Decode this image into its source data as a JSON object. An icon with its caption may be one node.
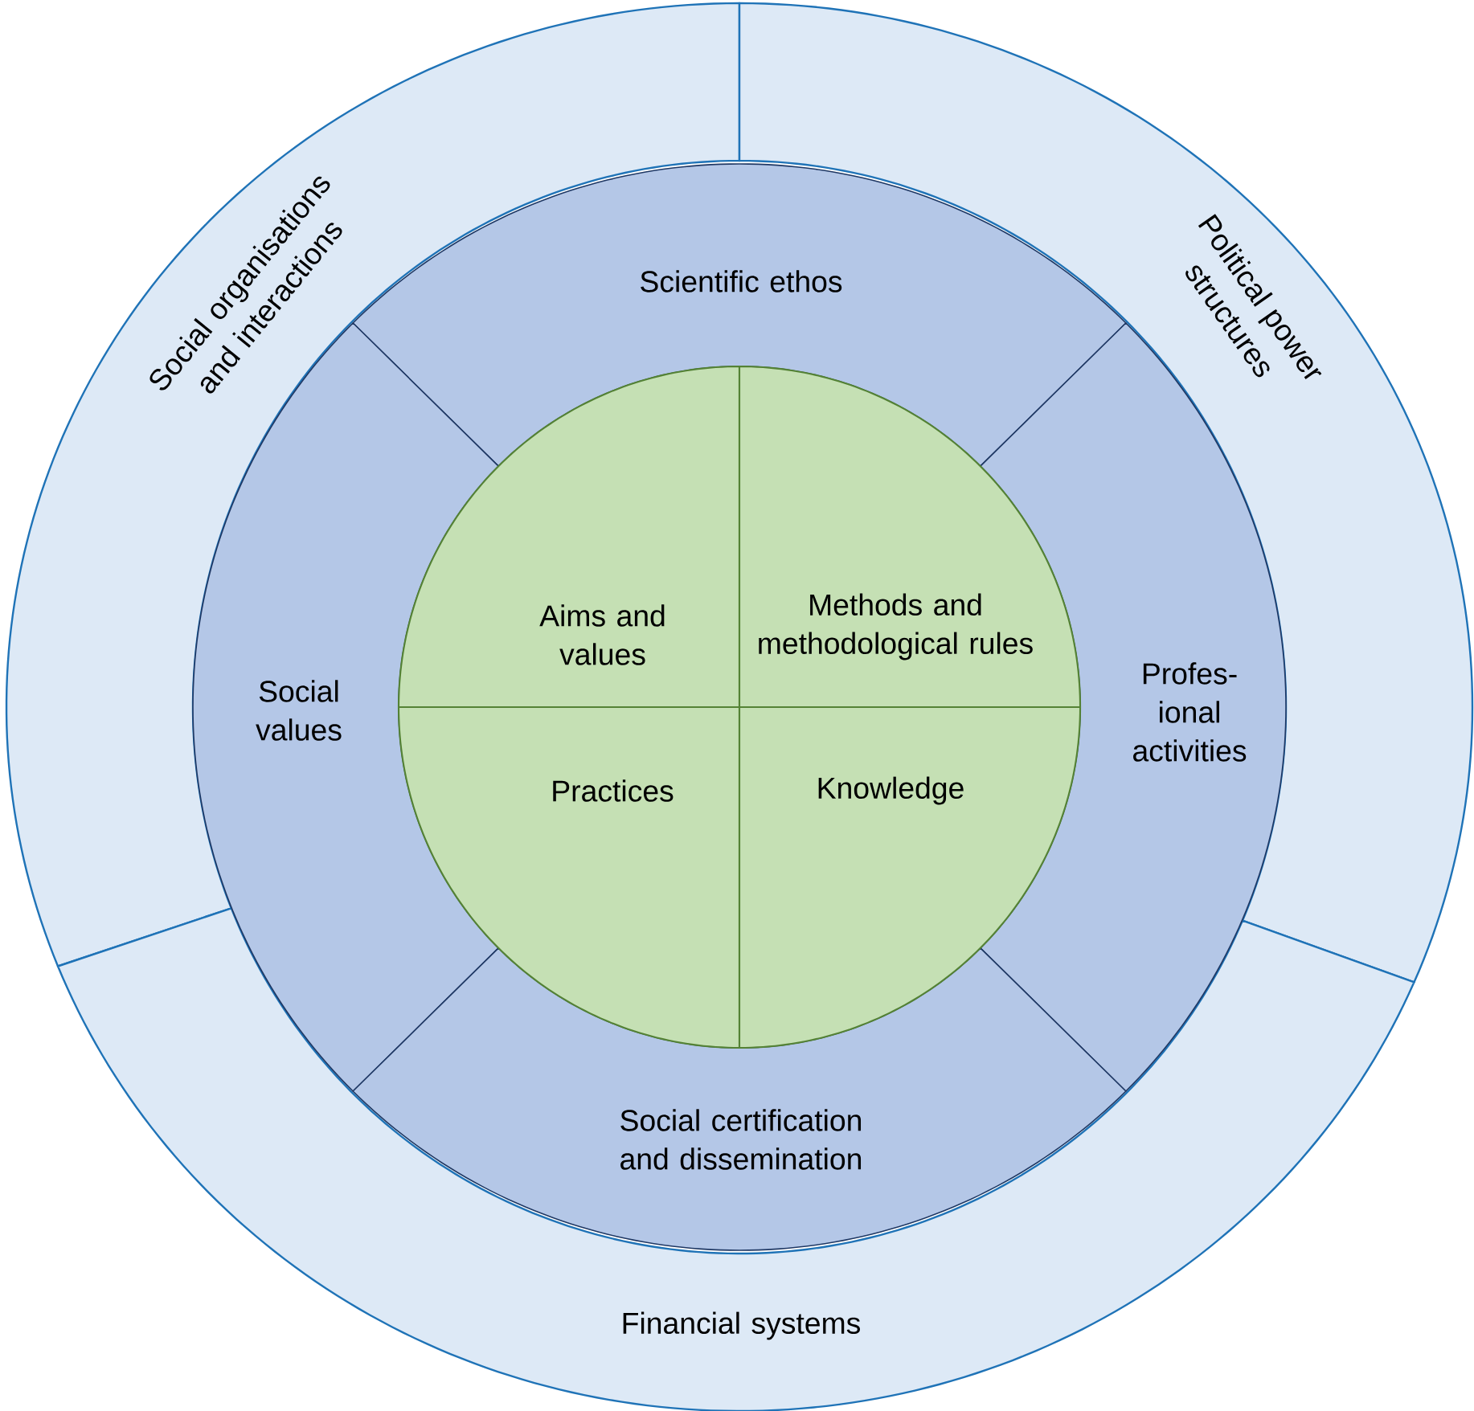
{
  "diagram": {
    "nodes": [
      {
        "text": [
          "Social organisations and interactions"
        ]
      },
      {
        "text": [
          "Political power structures"
        ]
      },
      {
        "text": [
          "Scientific ethos"
        ]
      },
      {
        "text": [
          "Social values"
        ]
      },
      {
        "text": [
          "Profes- ional activities"
        ]
      },
      {
        "text": [
          "Aims and values"
        ]
      },
      {
        "text": [
          "Methods and methodological rules"
        ]
      },
      {
        "text": [
          "Practices"
        ]
      },
      {
        "text": [
          "Knowledge"
        ]
      },
      {
        "text": [
          "Social certification and dissemination"
        ]
      },
      {
        "text": [
          "Financial systems"
        ]
      }
    ]
  }
}
